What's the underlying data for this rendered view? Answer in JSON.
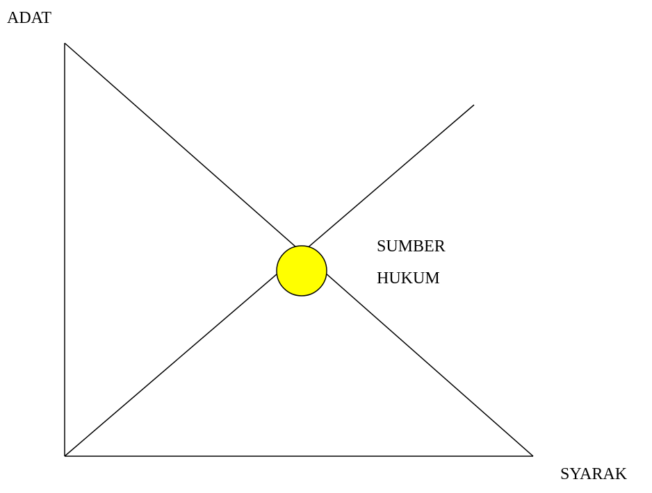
{
  "labels": {
    "top_left": "ADAT",
    "bottom_right": "SYARAK",
    "center_line1": "SUMBER",
    "center_line2": "HUKUM"
  },
  "colors": {
    "line": "#000000",
    "center_circle_fill": "#ffff00",
    "background": "#ffffff"
  }
}
